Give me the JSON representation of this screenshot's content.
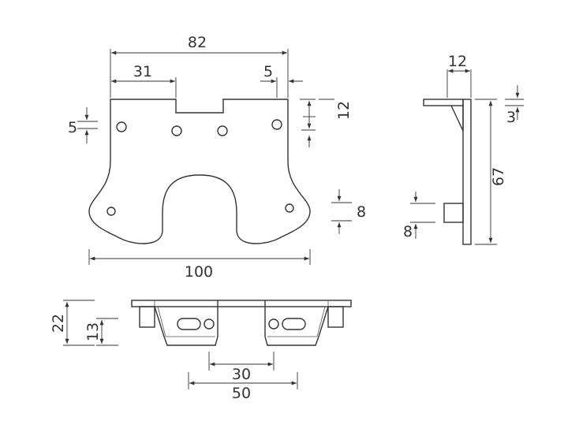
{
  "dimensions": {
    "top_width": "82",
    "left_offset": "31",
    "right_offset": "5",
    "notch_depth": "12",
    "hole_spacing": "5",
    "bottom_width": "100",
    "bottom_gap": "8",
    "side_flange": "12",
    "side_thickness": "3",
    "side_height": "67",
    "side_tab": "8",
    "bottom_height": "22",
    "bottom_tab_height": "13",
    "slot_spacing": "30",
    "bracket_spacing": "50"
  }
}
